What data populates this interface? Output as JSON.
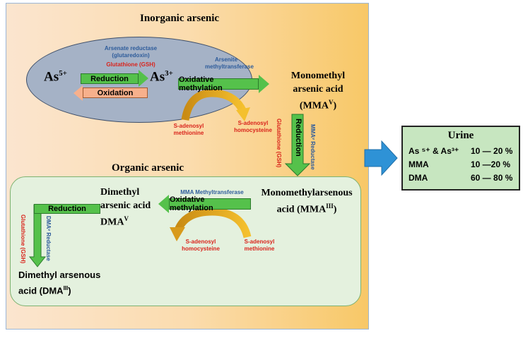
{
  "inorganic": {
    "heading": "Inorganic arsenic",
    "as5": "As",
    "as5_sup": "5+",
    "as3": "As",
    "as3_sup": "3+",
    "enzyme_1": "Arsenate reductase",
    "enzyme_2": "(glutaredoxin)",
    "cofactor": "Glutathione (GSH)",
    "reduction": "Reduction",
    "oxidation": "Oxidation",
    "methyltransferase_1": "Arsenite",
    "methyltransferase_2": "methyltransferase",
    "oxidative_methylation": "Oxidative methylation",
    "sam_1": "S-adenosyl",
    "sam_2": "methionine",
    "sah_1": "S-adenosyl",
    "sah_2": "homocysteine"
  },
  "mma": {
    "name_1": "Monomethyl",
    "name_2": "arsenic acid",
    "abbr": "(MMA",
    "abbr_sup": "V",
    "abbr_end": ")",
    "reduction": "Reduction",
    "reductase": "MMAᵛ Reductase",
    "cofactor": "Glutathione (GSH)"
  },
  "organic": {
    "heading": "Organic arsenic",
    "mma3_1": "Monomethylarsenous",
    "mma3_2": "acid  (MMA",
    "mma3_sup": "III",
    "mma3_end": ")",
    "mma_methyltransferase": "MMA Methyltransferase",
    "oxidative_methylation": "Oxidative methylation",
    "sah_1": "S-adenosyl",
    "sah_2": "homocysteine",
    "sam_1": "S-adenosyl",
    "sam_2": "methionine",
    "dma_1": "Dimethyl",
    "dma_2": "arsenic acid",
    "dma_3": "DMA",
    "dma_sup": "V",
    "reduction": "Reduction",
    "dma_reductase": "DMAᵛ Reductase",
    "cofactor": "Glutathione (GSH)",
    "dma3_1": "Dimethyl arsenous",
    "dma3_2": "acid (DMA",
    "dma3_sup": "III",
    "dma3_end": ")"
  },
  "urine": {
    "title": "Urine",
    "rows": [
      {
        "label": "As ⁵⁺ & As³⁺",
        "value": "10 — 20 %"
      },
      {
        "label": "MMA",
        "value": "10 —20 %"
      },
      {
        "label": "DMA",
        "value": "60 — 80 %"
      }
    ]
  },
  "colors": {
    "arrow_green": "#55c14b",
    "arrow_orange": "#f7b08c",
    "big_arrow_blue": "#2e92d6",
    "enzyme_blue": "#2e5c9b",
    "cofactor_red": "#d9241c"
  }
}
